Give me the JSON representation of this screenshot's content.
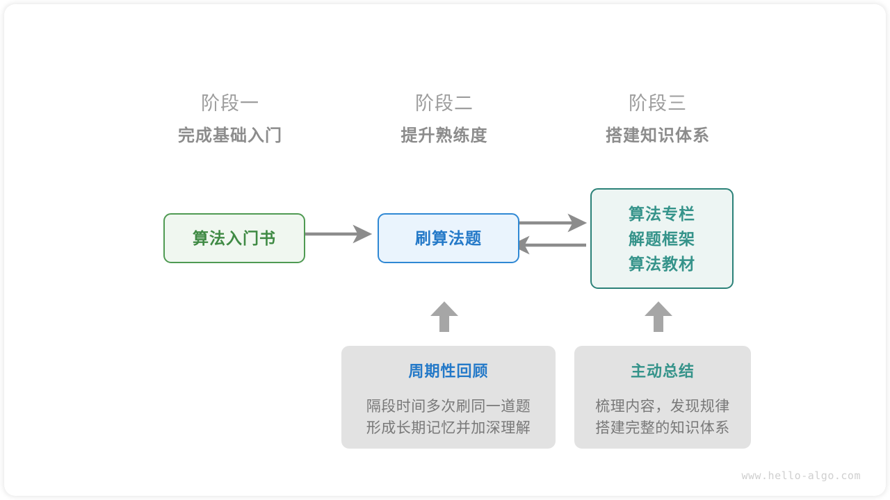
{
  "page": {
    "watermark": "www.hello-algo.com",
    "colors": {
      "green": "#3f8a44",
      "green_border": "#4f9a52",
      "green_fill": "#f0f7f0",
      "blue": "#2479c8",
      "blue_border": "#2f88d4",
      "blue_fill": "#eaf4fd",
      "teal": "#35938a",
      "teal_border": "#2b8178",
      "teal_fill": "#edf5f3",
      "gray_card": "#e2e2e2",
      "gray_text": "#787878",
      "arrow": "#8c8c8c",
      "heading": "#9d9d9d"
    }
  },
  "stages": [
    {
      "title": "阶段一",
      "subtitle": "完成基础入门"
    },
    {
      "title": "阶段二",
      "subtitle": "提升熟练度"
    },
    {
      "title": "阶段三",
      "subtitle": "搭建知识体系"
    }
  ],
  "nodes": {
    "book": {
      "label": "算法入门书"
    },
    "practice": {
      "label": "刷算法题"
    },
    "system": {
      "line1": "算法专栏",
      "line2": "解题框架",
      "line3": "算法教材"
    }
  },
  "notes": [
    {
      "title": "周期性回顾",
      "body_line1": "隔段时间多次刷同一道题",
      "body_line2": "形成长期记忆并加深理解"
    },
    {
      "title": "主动总结",
      "body_line1": "梳理内容，发现规律",
      "body_line2": "搭建完整的知识体系"
    }
  ]
}
